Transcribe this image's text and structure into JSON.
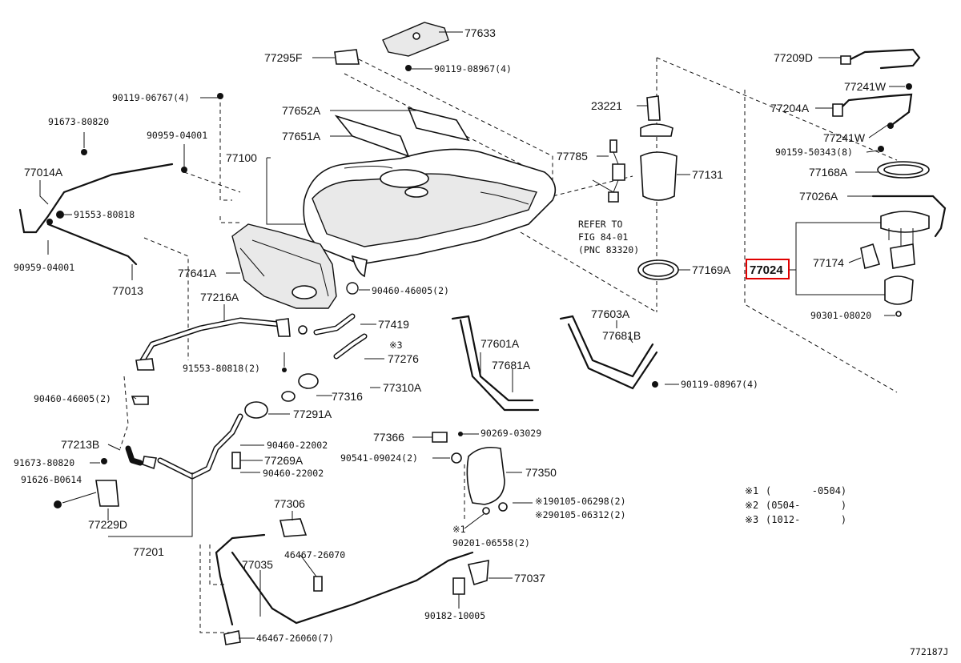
{
  "diagram": {
    "code": "772187J",
    "highlighted_part": "77024",
    "notes": [
      {
        "mark": "※1",
        "range": "(       -0504)"
      },
      {
        "mark": "※2",
        "range": "(0504-       )"
      },
      {
        "mark": "※3",
        "range": "(1012-       )"
      }
    ],
    "refer": {
      "line1": "REFER TO",
      "line2": "FIG 84-01",
      "line3": "(PNC 83320)"
    },
    "labels": {
      "p77633": "77633",
      "p77295F": "77295F",
      "p90119_08967_top": "90119-08967(4)",
      "p90119_06767": "90119-06767(4)",
      "p77652A": "77652A",
      "p77651A": "77651A",
      "p77100": "77100",
      "p91673_80820_top": "91673-80820",
      "p90959_04001_top": "90959-04001",
      "p77014A": "77014A",
      "p91553_80818": "91553-80818",
      "p90959_04001_bot": "90959-04001",
      "p77013": "77013",
      "p77641A": "77641A",
      "p90460_46005_2_a": "90460-46005(2)",
      "p77216A": "77216A",
      "p77419": "77419",
      "mark3": "※3",
      "p77276": "77276",
      "p91553_80818_2": "91553-80818(2)",
      "p77310A": "77310A",
      "p77316": "77316",
      "p90460_46005_2_b": "90460-46005(2)",
      "p77291A": "77291A",
      "p77213B": "77213B",
      "p90460_22002_a": "90460-22002",
      "p91673_80820_bot": "91673-80820",
      "p77269A": "77269A",
      "p90460_22002_b": "90460-22002",
      "p91626_B0614": "91626-B0614",
      "p77229D": "77229D",
      "p77201": "77201",
      "p77306": "77306",
      "p46467_26070": "46467-26070",
      "p77035": "77035",
      "p46467_26060": "46467-26060(7)",
      "p23221": "23221",
      "p77785": "77785",
      "p77131": "77131",
      "p77169A": "77169A",
      "p77603A": "77603A",
      "p77681B": "77681B",
      "p77601A": "77601A",
      "p77681A": "77681A",
      "p90119_08967_bot": "90119-08967(4)",
      "p77366": "77366",
      "p90269_03029": "90269-03029",
      "p90541_09024": "90541-09024(2)",
      "p77350": "77350",
      "p90105_06298": "※190105-06298(2)",
      "p90105_06312": "※290105-06312(2)",
      "mark1": "※1",
      "p90201_06558": "90201-06558(2)",
      "p77037": "77037",
      "p90182_10005": "90182-10005",
      "p77209D": "77209D",
      "p77241W_a": "77241W",
      "p77204A": "77204A",
      "p77241W_b": "77241W",
      "p90159_50343": "90159-50343(8)",
      "p77168A": "77168A",
      "p77026A": "77026A",
      "p77024": "77024",
      "p77174": "77174",
      "p90301_08020": "90301-08020"
    }
  }
}
